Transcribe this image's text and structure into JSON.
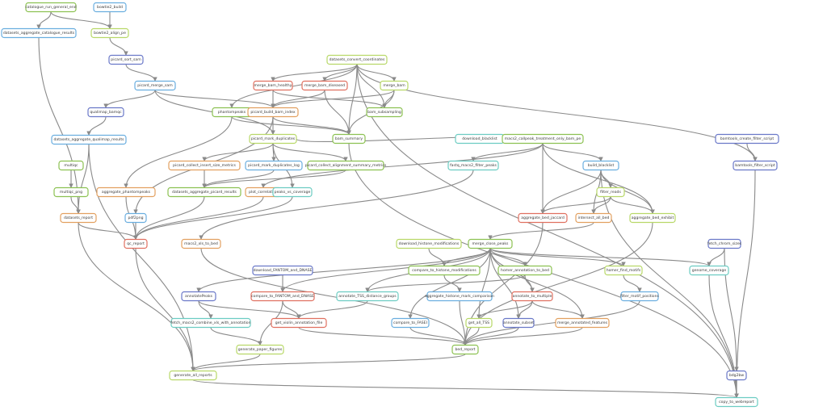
{
  "diagram": {
    "palette": {
      "green": "#8cc152",
      "blue": "#6aaedf",
      "red": "#e07060",
      "orange": "#e2a060",
      "navy": "#6a78c8",
      "teal": "#6cccc2",
      "lime": "#b8d868",
      "edge": "#8a8a8a"
    },
    "nodes": [
      {
        "id": "n1",
        "label": "catalogue_run_general_end",
        "color": "green"
      },
      {
        "id": "n2",
        "label": "bowtie2_build",
        "color": "blue"
      },
      {
        "id": "n3",
        "label": "datasets_aggregate_catalogue_results",
        "color": "blue"
      },
      {
        "id": "n4",
        "label": "bowtie2_align_pe",
        "color": "lime"
      },
      {
        "id": "n5",
        "label": "picard_sort_sam",
        "color": "navy"
      },
      {
        "id": "n6",
        "label": "picard_merge_sam",
        "color": "blue"
      },
      {
        "id": "n7",
        "label": "qualimap_bamqc",
        "color": "navy"
      },
      {
        "id": "n8",
        "label": "datasets_aggregate_qualimap_results",
        "color": "blue"
      },
      {
        "id": "n9",
        "label": "multiqc",
        "color": "green"
      },
      {
        "id": "n10",
        "label": "multiqc_png",
        "color": "green"
      },
      {
        "id": "n11",
        "label": "datasets_report",
        "color": "orange"
      },
      {
        "id": "n12",
        "label": "datasets_convert_coordinates",
        "color": "lime"
      },
      {
        "id": "n13",
        "label": "merge_bam_healthy",
        "color": "red"
      },
      {
        "id": "n14",
        "label": "merge_bam_diseased",
        "color": "red"
      },
      {
        "id": "n15",
        "label": "merge_bam",
        "color": "lime"
      },
      {
        "id": "n16",
        "label": "phantompeaks",
        "color": "green"
      },
      {
        "id": "n17",
        "label": "picard_build_bam_index",
        "color": "orange"
      },
      {
        "id": "n18",
        "label": "bam_subsampling",
        "color": "green"
      },
      {
        "id": "n19",
        "label": "picard_mark_duplicates",
        "color": "lime"
      },
      {
        "id": "n20",
        "label": "bam_summary",
        "color": "green"
      },
      {
        "id": "n21",
        "label": "aggregate_phantompeaks",
        "color": "orange"
      },
      {
        "id": "n22",
        "label": "picard_collect_insert_size_metrics",
        "color": "orange"
      },
      {
        "id": "n23",
        "label": "picard_mark_duplicates_log",
        "color": "blue"
      },
      {
        "id": "n24",
        "label": "picard_collect_alignment_summary_metrics",
        "color": "green"
      },
      {
        "id": "n25",
        "label": "datasets_aggregate_picard_results",
        "color": "green"
      },
      {
        "id": "n26",
        "label": "plot_correlation",
        "color": "orange"
      },
      {
        "id": "n27",
        "label": "peaks_vs_coverage",
        "color": "teal"
      },
      {
        "id": "n28",
        "label": "pdf2png",
        "color": "blue"
      },
      {
        "id": "n29",
        "label": "qc_report",
        "color": "red"
      },
      {
        "id": "n30",
        "label": "download_blacklist",
        "color": "teal"
      },
      {
        "id": "n31",
        "label": "macs2_callpeak_treatment_only_bam_pe",
        "color": "green"
      },
      {
        "id": "n32",
        "label": "fastq_macs2_filter_peaks",
        "color": "teal"
      },
      {
        "id": "n33",
        "label": "build_blacklist",
        "color": "blue"
      },
      {
        "id": "n34",
        "label": "bamtools_create_filter_script",
        "color": "navy"
      },
      {
        "id": "n35",
        "label": "bamtools_filter_script",
        "color": "navy"
      },
      {
        "id": "n36",
        "label": "filter_reads",
        "color": "lime"
      },
      {
        "id": "n37",
        "label": "aggregate_bed_jaccard",
        "color": "red"
      },
      {
        "id": "n38",
        "label": "intersect_all_bed",
        "color": "orange"
      },
      {
        "id": "n39",
        "label": "aggregate_bed_exhibit",
        "color": "lime"
      },
      {
        "id": "n40",
        "label": "macs2_xls_to_bed",
        "color": "orange"
      },
      {
        "id": "n41",
        "label": "download_histone_modifications",
        "color": "lime"
      },
      {
        "id": "n42",
        "label": "merge_close_peaks",
        "color": "green"
      },
      {
        "id": "n43",
        "label": "fetch_chrom_sizes",
        "color": "navy"
      },
      {
        "id": "n44",
        "label": "compare_to_histone_modifications",
        "color": "green"
      },
      {
        "id": "n45",
        "label": "homer_annotation_to_bed",
        "color": "green"
      },
      {
        "id": "n46",
        "label": "homer_find_motifs",
        "color": "lime"
      },
      {
        "id": "n47",
        "label": "genome_coverage",
        "color": "teal"
      },
      {
        "id": "n48",
        "label": "download_FANTOM_and_DNASE",
        "color": "navy"
      },
      {
        "id": "n49",
        "label": "annotatePeaks",
        "color": "navy"
      },
      {
        "id": "n50",
        "label": "compare_to_FANTOM_and_DNASE",
        "color": "red"
      },
      {
        "id": "n51",
        "label": "annotate_TSS_distance_groups",
        "color": "teal"
      },
      {
        "id": "n52",
        "label": "aggregate_histone_mark_comparison",
        "color": "blue"
      },
      {
        "id": "n53",
        "label": "annotate_to_multiple",
        "color": "red"
      },
      {
        "id": "n54",
        "label": "filter_motif_positions",
        "color": "blue"
      },
      {
        "id": "n55",
        "label": "fetch_macs2_combine_xls_with_annotation",
        "color": "teal"
      },
      {
        "id": "n56",
        "label": "get_violin_annotation_file",
        "color": "red"
      },
      {
        "id": "n57",
        "label": "compare_to_FASEI",
        "color": "blue"
      },
      {
        "id": "n58",
        "label": "get_all_TSS",
        "color": "lime"
      },
      {
        "id": "n59",
        "label": "annotate_subset",
        "color": "navy"
      },
      {
        "id": "n60",
        "label": "merge_annotated_features",
        "color": "orange"
      },
      {
        "id": "n61",
        "label": "generate_paper_figures",
        "color": "lime"
      },
      {
        "id": "n62",
        "label": "bed_report",
        "color": "green"
      },
      {
        "id": "n63",
        "label": "generate_all_reports",
        "color": "lime"
      },
      {
        "id": "n64",
        "label": "bdg2bw",
        "color": "navy"
      },
      {
        "id": "n65",
        "label": "copy_to_webreport",
        "color": "teal"
      }
    ],
    "edges": [
      [
        "n1",
        "n3"
      ],
      [
        "n1",
        "n4"
      ],
      [
        "n2",
        "n4"
      ],
      [
        "n4",
        "n5"
      ],
      [
        "n5",
        "n6"
      ],
      [
        "n6",
        "n7"
      ],
      [
        "n6",
        "n17"
      ],
      [
        "n6",
        "n19"
      ],
      [
        "n7",
        "n8"
      ],
      [
        "n8",
        "n11"
      ],
      [
        "n3",
        "n11"
      ],
      [
        "n9",
        "n10"
      ],
      [
        "n10",
        "n11"
      ],
      [
        "n11",
        "n29"
      ],
      [
        "n12",
        "n13"
      ],
      [
        "n12",
        "n14"
      ],
      [
        "n12",
        "n15"
      ],
      [
        "n12",
        "n16"
      ],
      [
        "n12",
        "n18"
      ],
      [
        "n12",
        "n20"
      ],
      [
        "n12",
        "n35"
      ],
      [
        "n12",
        "n65"
      ],
      [
        "n13",
        "n17"
      ],
      [
        "n14",
        "n17"
      ],
      [
        "n15",
        "n17"
      ],
      [
        "n15",
        "n18"
      ],
      [
        "n13",
        "n18"
      ],
      [
        "n14",
        "n20"
      ],
      [
        "n16",
        "n20"
      ],
      [
        "n15",
        "n20"
      ],
      [
        "n17",
        "n19"
      ],
      [
        "n17",
        "n20"
      ],
      [
        "n17",
        "n28"
      ],
      [
        "n16",
        "n21"
      ],
      [
        "n21",
        "n29"
      ],
      [
        "n28",
        "n29"
      ],
      [
        "n19",
        "n22"
      ],
      [
        "n19",
        "n23"
      ],
      [
        "n19",
        "n24"
      ],
      [
        "n19",
        "n31"
      ],
      [
        "n19",
        "n27"
      ],
      [
        "n22",
        "n25"
      ],
      [
        "n23",
        "n25"
      ],
      [
        "n24",
        "n25"
      ],
      [
        "n25",
        "n29"
      ],
      [
        "n26",
        "n29"
      ],
      [
        "n27",
        "n29"
      ],
      [
        "n30",
        "n31"
      ],
      [
        "n31",
        "n32"
      ],
      [
        "n31",
        "n33"
      ],
      [
        "n31",
        "n37"
      ],
      [
        "n31",
        "n26"
      ],
      [
        "n31",
        "n39"
      ],
      [
        "n34",
        "n35"
      ],
      [
        "n33",
        "n36"
      ],
      [
        "n33",
        "n37"
      ],
      [
        "n33",
        "n38"
      ],
      [
        "n33",
        "n39"
      ],
      [
        "n36",
        "n37"
      ],
      [
        "n36",
        "n38"
      ],
      [
        "n36",
        "n39"
      ],
      [
        "n32",
        "n40"
      ],
      [
        "n40",
        "n62"
      ],
      [
        "n38",
        "n42"
      ],
      [
        "n39",
        "n62"
      ],
      [
        "n37",
        "n62"
      ],
      [
        "n41",
        "n44"
      ],
      [
        "n42",
        "n44"
      ],
      [
        "n42",
        "n45"
      ],
      [
        "n42",
        "n46"
      ],
      [
        "n42",
        "n47"
      ],
      [
        "n42",
        "n49"
      ],
      [
        "n42",
        "n50"
      ],
      [
        "n42",
        "n51"
      ],
      [
        "n42",
        "n53"
      ],
      [
        "n42",
        "n57"
      ],
      [
        "n42",
        "n58"
      ],
      [
        "n42",
        "n59"
      ],
      [
        "n42",
        "n60"
      ],
      [
        "n43",
        "n47"
      ],
      [
        "n43",
        "n64"
      ],
      [
        "n44",
        "n52"
      ],
      [
        "n45",
        "n53"
      ],
      [
        "n45",
        "n51"
      ],
      [
        "n46",
        "n54"
      ],
      [
        "n48",
        "n50"
      ],
      [
        "n49",
        "n55"
      ],
      [
        "n49",
        "n56"
      ],
      [
        "n50",
        "n56"
      ],
      [
        "n50",
        "n61"
      ],
      [
        "n51",
        "n56"
      ],
      [
        "n52",
        "n62"
      ],
      [
        "n53",
        "n60"
      ],
      [
        "n53",
        "n59"
      ],
      [
        "n53",
        "n58"
      ],
      [
        "n54",
        "n62"
      ],
      [
        "n55",
        "n61"
      ],
      [
        "n56",
        "n62"
      ],
      [
        "n57",
        "n62"
      ],
      [
        "n58",
        "n62"
      ],
      [
        "n59",
        "n62"
      ],
      [
        "n60",
        "n62"
      ],
      [
        "n61",
        "n63"
      ],
      [
        "n62",
        "n63"
      ],
      [
        "n29",
        "n63"
      ],
      [
        "n11",
        "n63"
      ],
      [
        "n63",
        "n65"
      ],
      [
        "n64",
        "n65"
      ],
      [
        "n47",
        "n65"
      ],
      [
        "n33",
        "n65"
      ],
      [
        "n35",
        "n65"
      ],
      [
        "n8",
        "n63"
      ],
      [
        "n20",
        "n65"
      ]
    ]
  }
}
